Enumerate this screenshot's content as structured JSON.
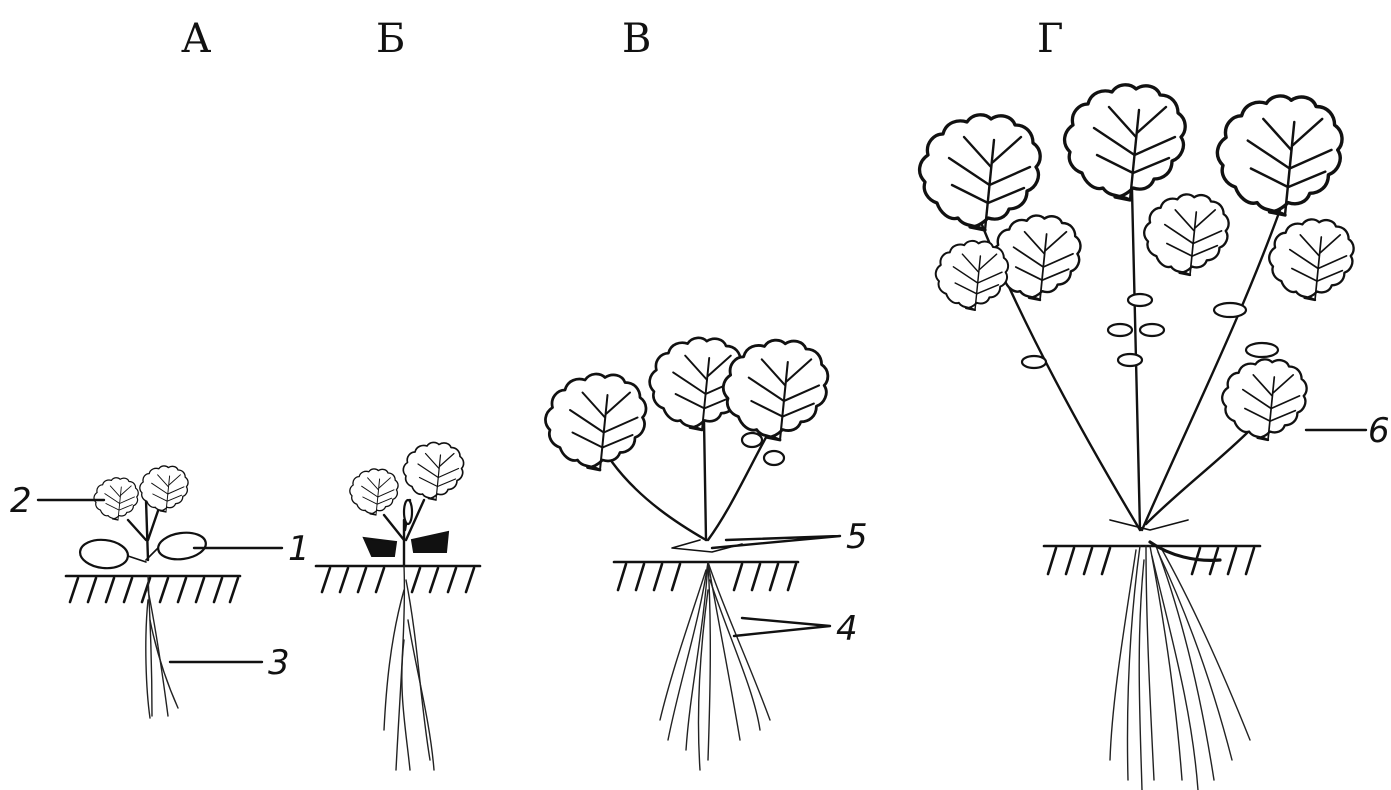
{
  "figure": {
    "stages": [
      {
        "letter": "А"
      },
      {
        "letter": "Б"
      },
      {
        "letter": "В"
      },
      {
        "letter": "Г"
      }
    ],
    "callouts": [
      "1",
      "2",
      "3",
      "4",
      "5",
      "6"
    ]
  }
}
